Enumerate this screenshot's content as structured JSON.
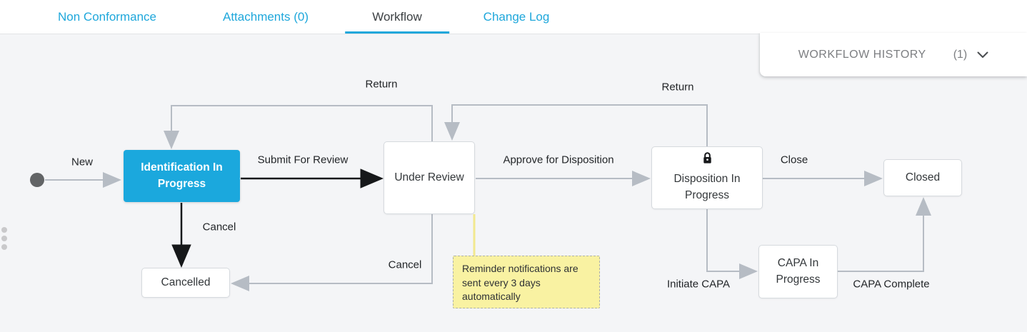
{
  "tabs": [
    {
      "label": "Non Conformance",
      "active": false
    },
    {
      "label": "Attachments (0)",
      "active": false
    },
    {
      "label": "Workflow",
      "active": true
    },
    {
      "label": "Change Log",
      "active": false
    }
  ],
  "history_panel": {
    "title": "WORKFLOW HISTORY",
    "count": "(1)"
  },
  "diagram": {
    "nodes": {
      "identification": {
        "label": "Identification In Progress",
        "state": "current"
      },
      "under_review": {
        "label": "Under Review"
      },
      "disposition": {
        "label": "Disposition In Progress",
        "locked": true
      },
      "closed": {
        "label": "Closed"
      },
      "capa": {
        "label": "CAPA In Progress"
      },
      "cancelled": {
        "label": "Cancelled"
      }
    },
    "edges": {
      "new": "New",
      "submit_for_review": "Submit For Review",
      "return_to_identification": "Return",
      "return_to_under_review": "Return",
      "approve_for_disposition": "Approve for Disposition",
      "close": "Close",
      "initiate_capa": "Initiate CAPA",
      "capa_complete": "CAPA Complete",
      "cancel_from_identification": "Cancel",
      "cancel_from_under_review": "Cancel"
    },
    "note": {
      "text": "Reminder notifications are sent every 3 days automatically"
    }
  },
  "colors": {
    "accent_blue": "#1ba8dd",
    "current_state_fill": "#1ba8dd",
    "wire_gray": "#b6bcc4",
    "wire_black": "#16181a",
    "note_bg": "#f9f2a2",
    "note_wire": "#f2e88f",
    "canvas_bg": "#f4f5f7"
  }
}
